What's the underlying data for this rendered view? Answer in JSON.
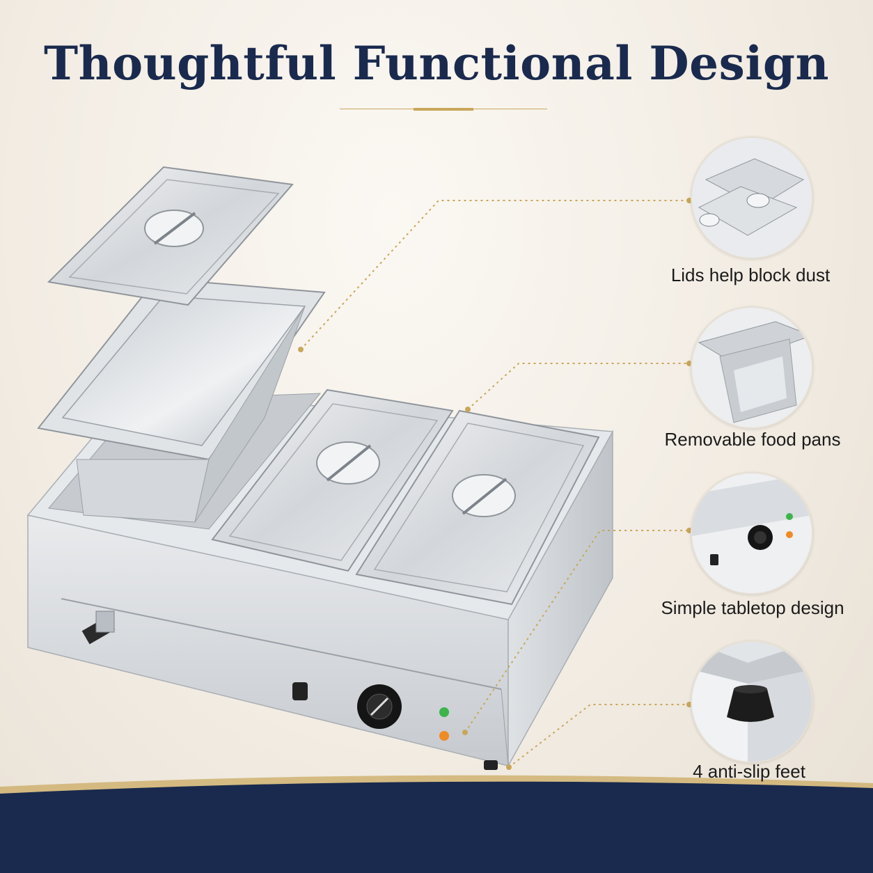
{
  "header": {
    "title": "Thoughtful Functional Design"
  },
  "features": [
    {
      "label": "Lids help block dust",
      "icon": "lid-closeup"
    },
    {
      "label": "Removable food pans",
      "icon": "pan-closeup"
    },
    {
      "label": "Simple tabletop design",
      "icon": "control-knob-closeup"
    },
    {
      "label": "4 anti-slip feet",
      "icon": "rubber-foot-closeup"
    }
  ],
  "colors": {
    "navy": "#1a2a4e",
    "gold": "#c9a65a",
    "steel": "#c8ccd0"
  }
}
